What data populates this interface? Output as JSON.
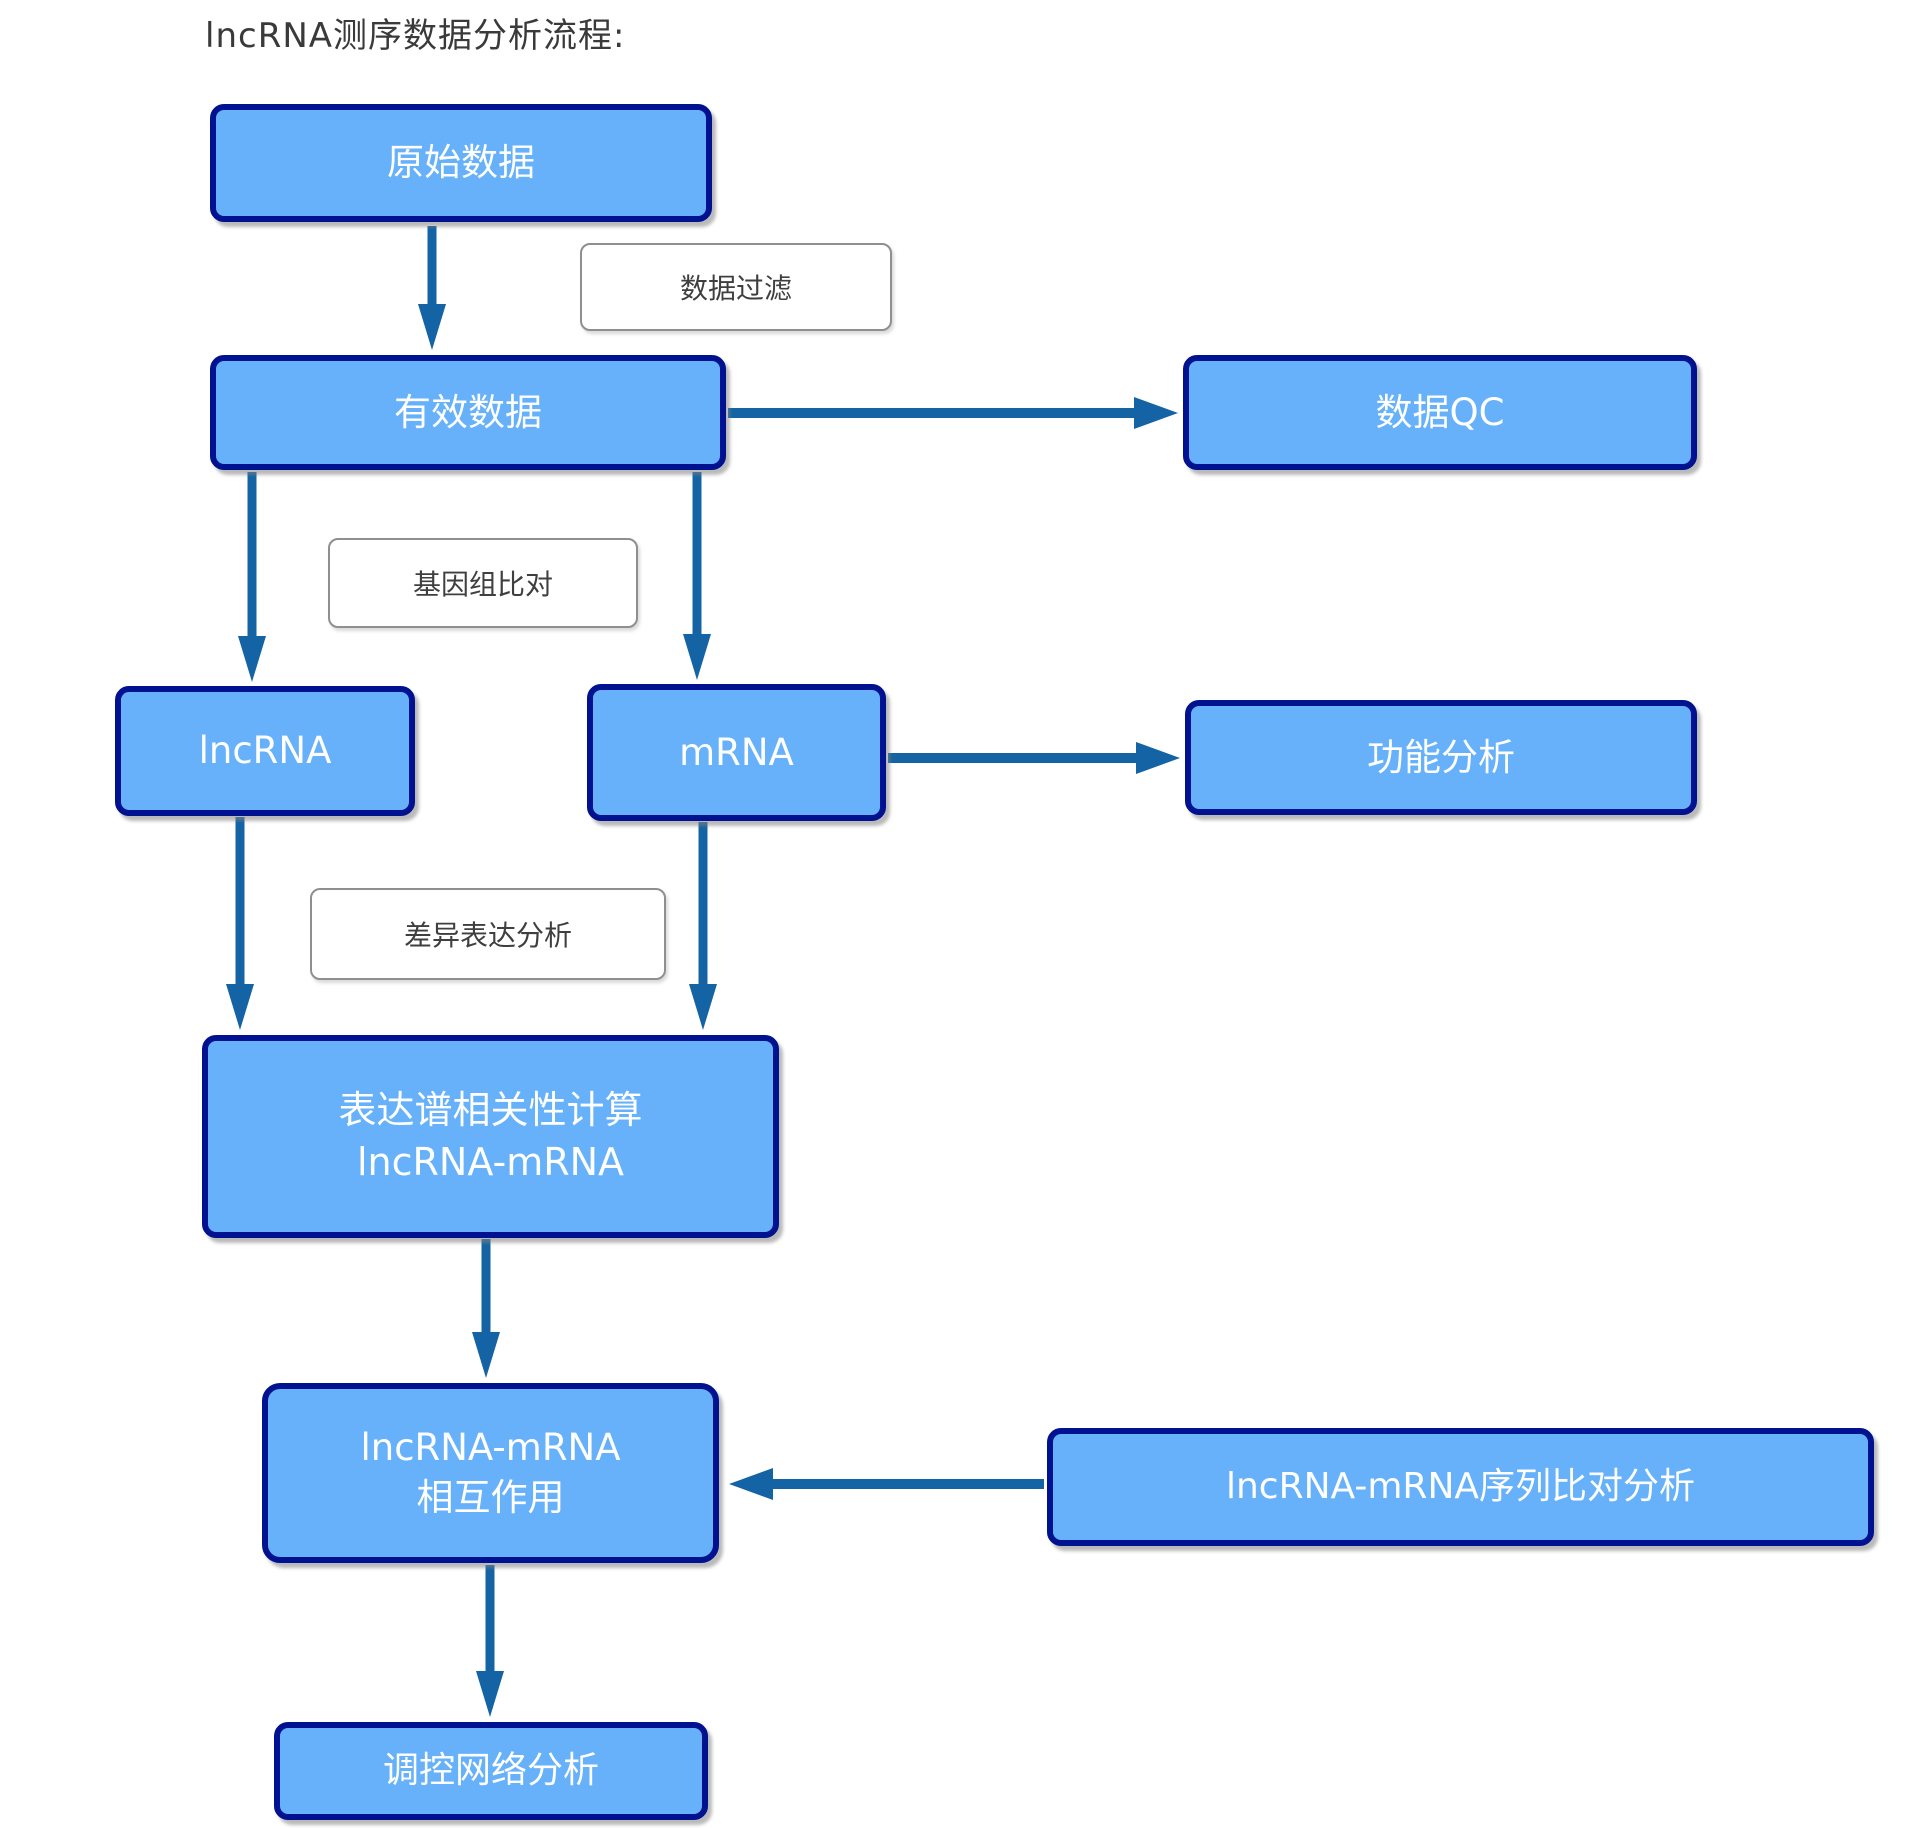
{
  "title": "lncRNA测序数据分析流程:",
  "colors": {
    "box_fill": "#66b1fa",
    "box_border": "#00128f",
    "box_text": "#ffffff",
    "arrow": "#1464a5",
    "label_border": "#8f8f8f",
    "label_text": "#3f3f3f",
    "title_text": "#3a3a3a",
    "bg": "#ffffff"
  },
  "flowchart": {
    "nodes": {
      "raw": {
        "label": "原始数据"
      },
      "valid": {
        "label": "有效数据"
      },
      "qc": {
        "label": "数据QC"
      },
      "lncrna": {
        "label": "lncRNA"
      },
      "mrna": {
        "label": "mRNA"
      },
      "func": {
        "label": "功能分析"
      },
      "corr": {
        "label": "表达谱相关性计算\nlncRNA-mRNA"
      },
      "inter": {
        "label": "lncRNA-mRNA\n相互作用"
      },
      "seq": {
        "label": "lncRNA-mRNA序列比对分析"
      },
      "network": {
        "label": "调控网络分析"
      }
    },
    "edge_labels": {
      "filter": {
        "label": "数据过滤"
      },
      "align": {
        "label": "基因组比对"
      },
      "diff": {
        "label": "差异表达分析"
      }
    }
  }
}
